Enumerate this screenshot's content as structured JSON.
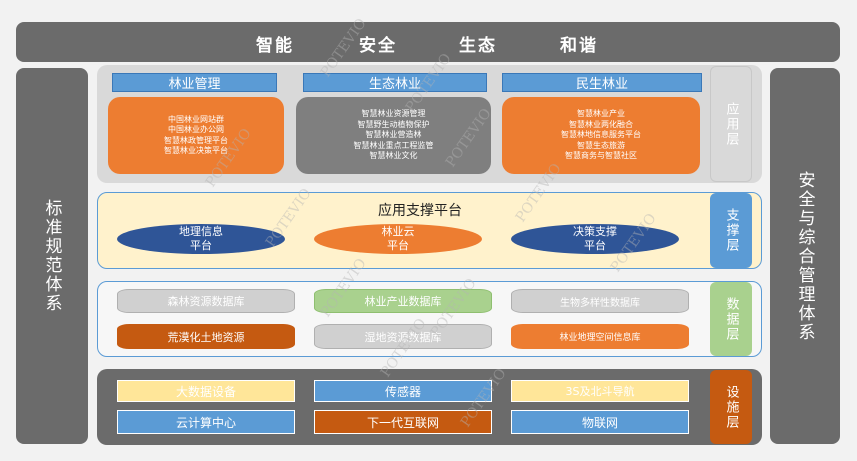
{
  "banner": {
    "words": [
      "智能",
      "安全",
      "生态",
      "和谐"
    ]
  },
  "left_side": "标准规范体系",
  "right_side": "安全与综合管理体系",
  "application": {
    "label": "应用层",
    "headers": [
      "林业管理",
      "生态林业",
      "民生林业"
    ],
    "cards": [
      [
        "中国林业网站群",
        "中国林业办公网",
        "智慧林政管理平台",
        "智慧林业决策平台"
      ],
      [
        "智慧林业资源管理",
        "智慧野生动植物保护",
        "智慧林业营造林",
        "智慧林业重点工程监管",
        "智慧林业文化"
      ],
      [
        "智慧林业产业",
        "智慧林业两化融合",
        "智慧林地信息服务平台",
        "智慧生态旅游",
        "智慧商务与智慧社区"
      ]
    ]
  },
  "support": {
    "label": "支撑层",
    "title": "应用支撑平台",
    "platforms": [
      [
        "地理信息",
        "平台"
      ],
      [
        "林业云",
        "平台"
      ],
      [
        "决策支撑",
        "平台"
      ]
    ]
  },
  "data": {
    "label": "数据层",
    "databases": [
      "森林资源数据库",
      "林业产业数据库",
      "生物多样性数据库",
      "荒漠化土地资源",
      "湿地资源数据库",
      "林业地理空间信息库"
    ]
  },
  "facility": {
    "label": "设施层",
    "items": [
      "大数据设备",
      "传感器",
      "3S及北斗导航",
      "云计算中心",
      "下一代互联网",
      "物联网"
    ]
  },
  "watermark": "POTEVIO",
  "colors": {
    "orange": "#ed7d31",
    "gray": "#7f7f7f",
    "blue": "#5b9bd5",
    "navy": "#2f5597",
    "green": "#a9d18e",
    "dark_orange": "#c55a11",
    "yellow": "#ffe699"
  }
}
